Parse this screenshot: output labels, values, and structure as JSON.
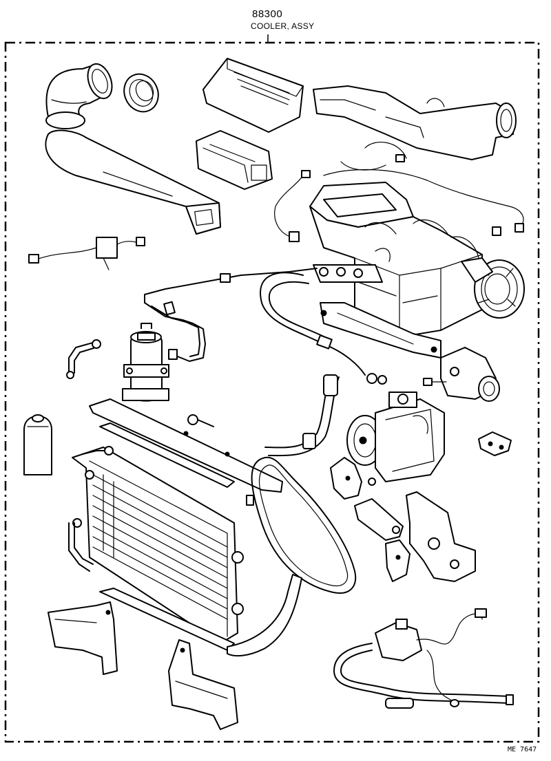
{
  "header": {
    "part_number": "88300",
    "part_name": "COOLER, ASSY"
  },
  "footer": {
    "drawing_code": "ME 7647"
  },
  "colors": {
    "ink": "#000000",
    "paper": "#ffffff"
  }
}
